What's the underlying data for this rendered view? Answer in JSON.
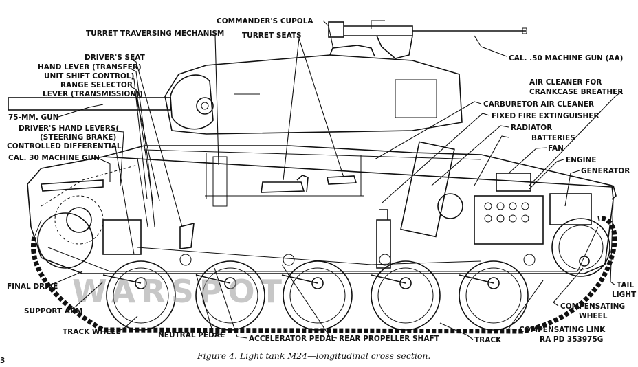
{
  "labels": {
    "turret_traversing": "TURRET TRAVERSING MECHANISM",
    "commanders_cupola": "COMMANDER'S CUPOLA",
    "turret_seats": "TURRET SEATS",
    "mg_50": "CAL. .50 MACHINE GUN (AA)",
    "drivers_seat": "DRIVER'S SEAT",
    "hand_lever": "HAND LEVER (TRANSFER)",
    "unit_shift": "UNIT SHIFT CONTROL)",
    "range_selector": "RANGE SELECTOR",
    "lever_trans": "LEVER (TRANSMISSION))",
    "gun_75": "75-MM. GUN",
    "drivers_hand_levers": "DRIVER'S HAND LEVERS(",
    "steering_brake": "(STEERING BRAKE)",
    "controlled_diff": "CONTROLLED DIFFERENTIAL",
    "mg_30": "CAL. 30 MACHINE GUN",
    "air_cleaner_ccb_1": "AIR CLEANER FOR",
    "air_cleaner_ccb_2": "CRANKCASE BREATHER",
    "carb_air_cleaner": "CARBURETOR AIR CLEANER",
    "fixed_fire_ext": "FIXED FIRE EXTINGUISHER",
    "radiator": "RADIATOR",
    "batteries": "BATTERIES",
    "fan": "FAN",
    "engine": "ENGINE",
    "generator": "GENERATOR",
    "final_drive": "FINAL DRIVE",
    "support_arm": "SUPPORT ARM",
    "track_wheel": "TRACK WHEEL",
    "neutral_pedal": "NEUTRAL PEDAL",
    "accelerator_pedal": "ACCELERATOR PEDAL",
    "rear_prop_shaft": "REAR PROPELLER SHAFT",
    "track": "TRACK",
    "tail_light_1": "TAIL",
    "tail_light_2": "LIGHT",
    "comp_wheel_1": "COMPENSATING",
    "comp_wheel_2": "WHEEL",
    "comp_link": "COMPENSATING LINK",
    "ra_pd": "RA PD 353975G"
  },
  "caption": "Figure 4. Light tank M24—longitudinal cross section.",
  "watermark": "WARSPOT",
  "corner_mark": "3"
}
